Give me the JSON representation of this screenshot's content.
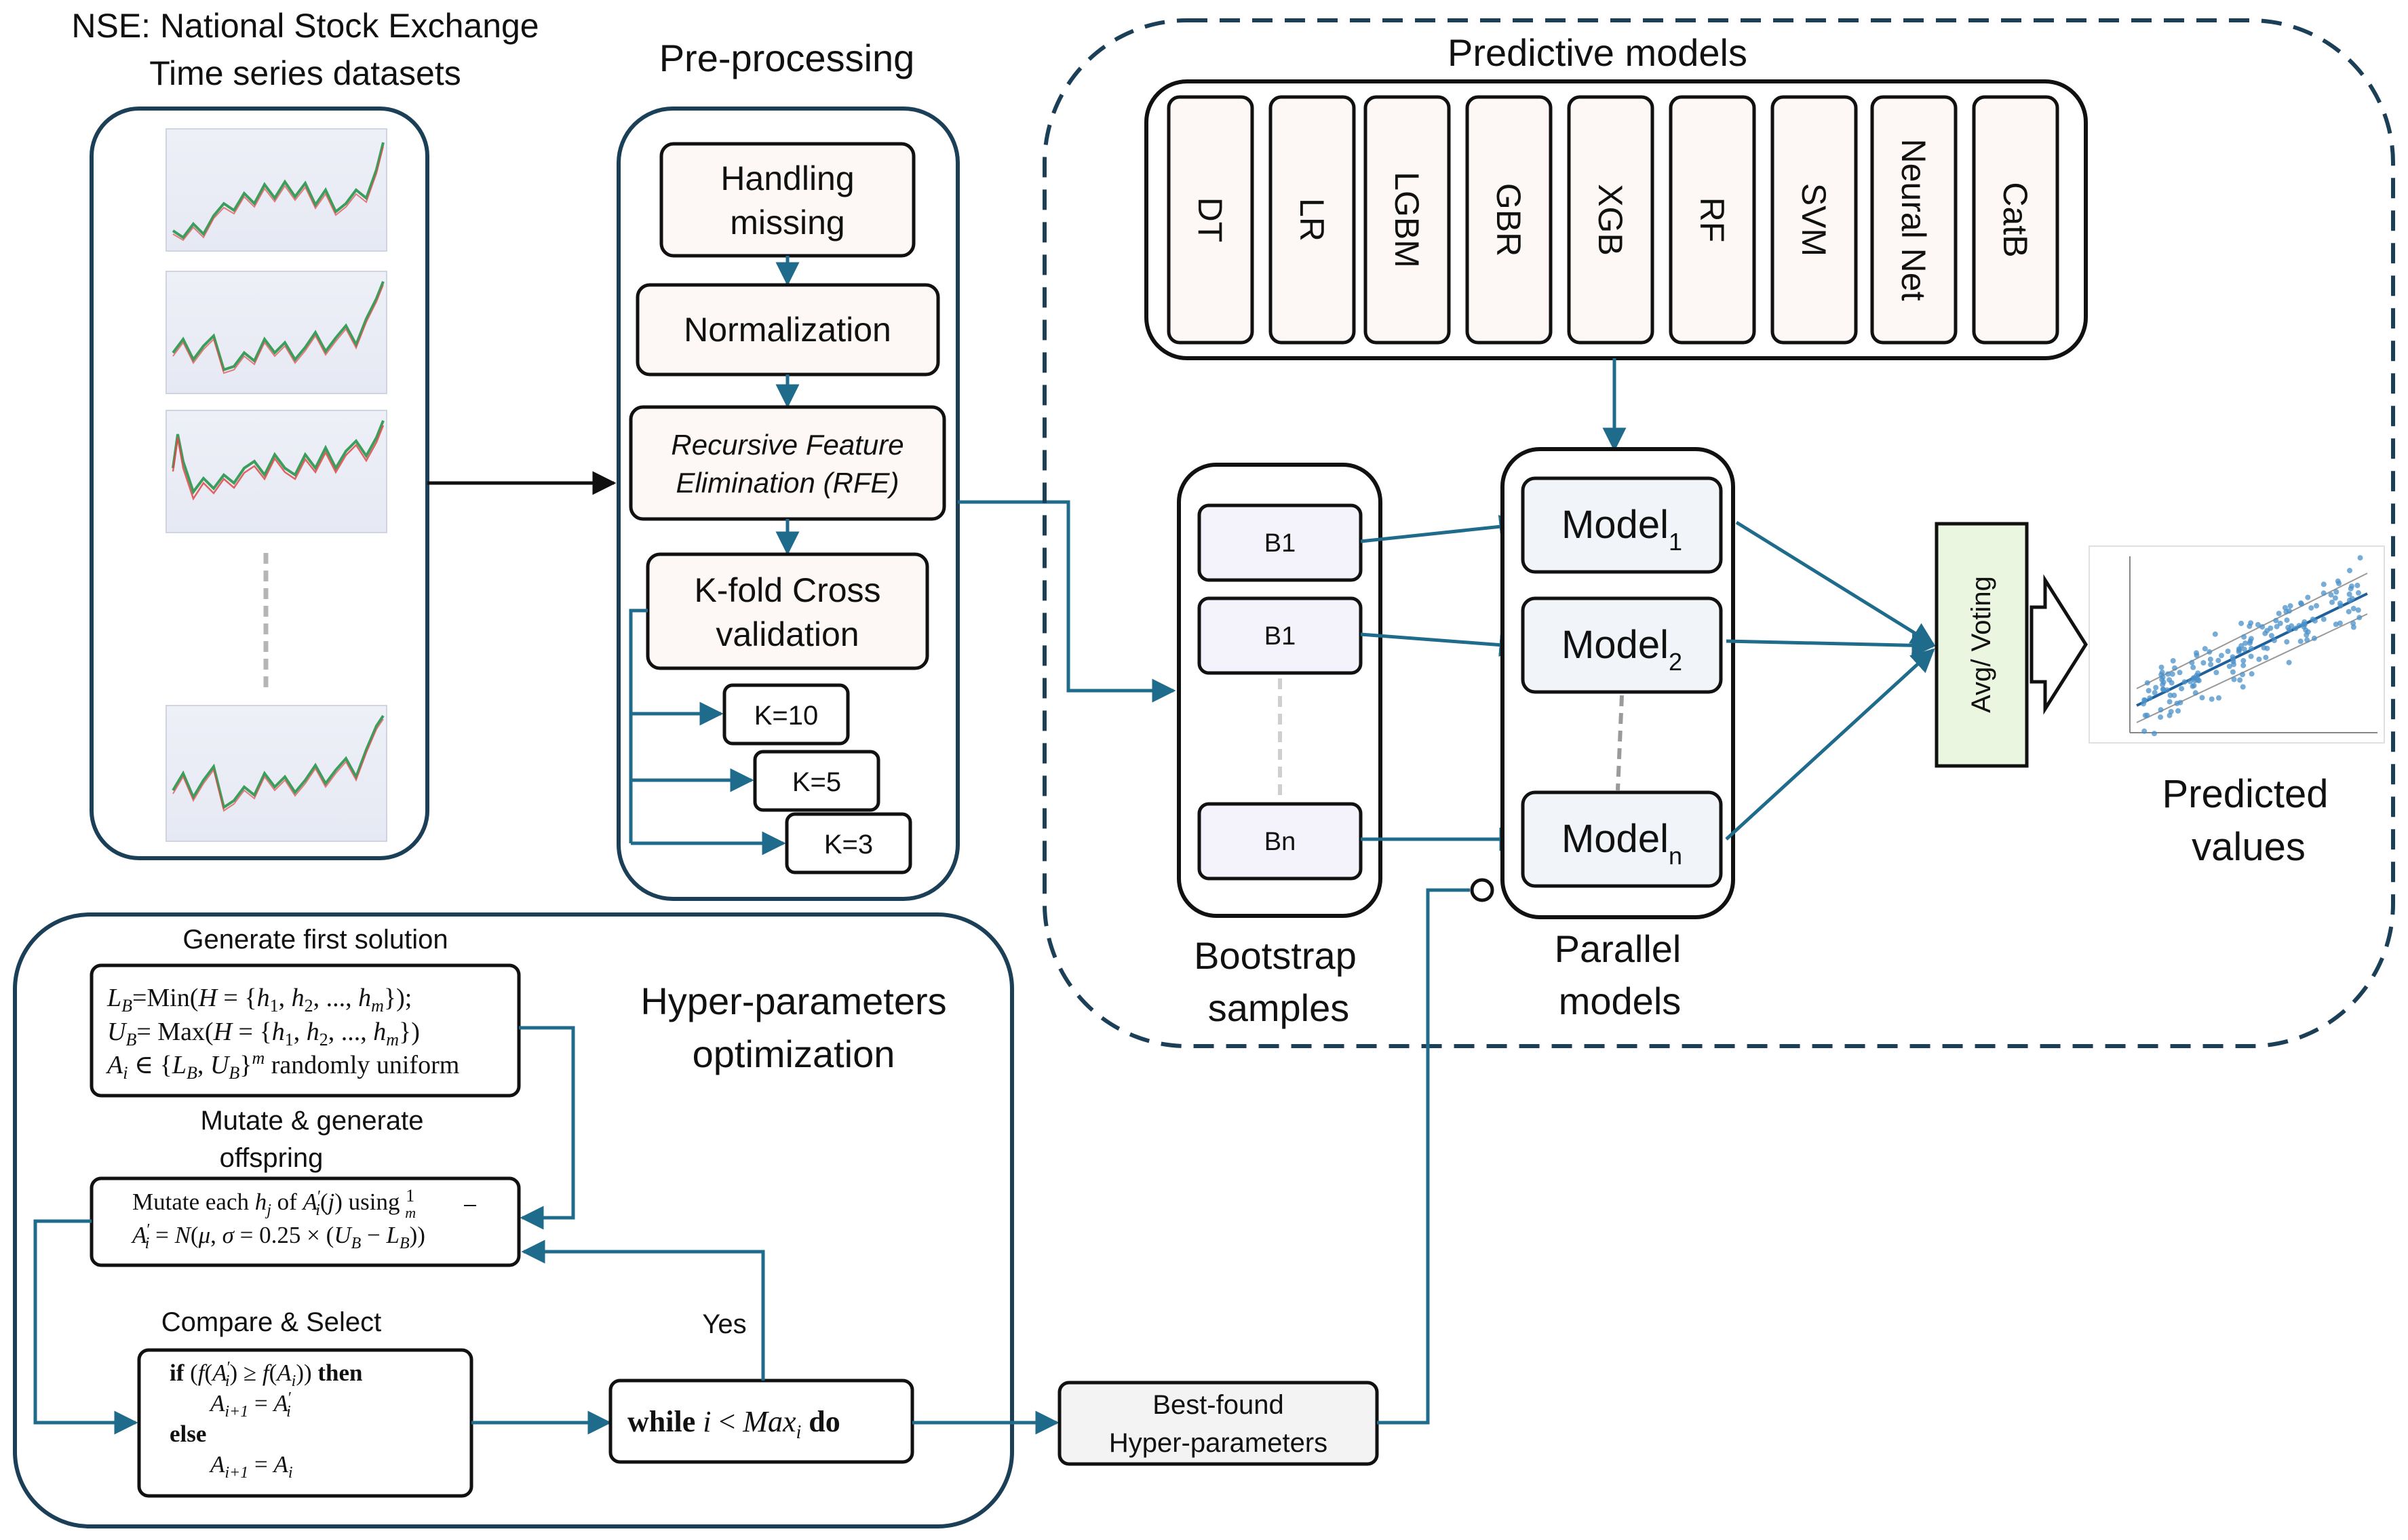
{
  "colors": {
    "line": "#1b3f57",
    "arrow": "#1f6b8c",
    "box_fill": "#fdf8f5",
    "model_fill": "#f1f4f8",
    "boot_fill": "#f4f2fa",
    "vote_fill": "#eaf6df",
    "chart_line": "#3b9e5c",
    "chart_line2": "#e04848",
    "scatter": "#4a90c8"
  },
  "dataset": {
    "title_line1": "NSE: National Stock Exchange",
    "title_line2": "Time series datasets"
  },
  "preprocessing": {
    "title": "Pre-processing",
    "handling_l1": "Handling",
    "handling_l2": "missing",
    "normalization": "Normalization",
    "rfe_l1": "Recursive Feature",
    "rfe_l2": "Elimination (RFE)",
    "kfold_l1": "K-fold Cross",
    "kfold_l2": "validation",
    "k10": "K=10",
    "k5": "K=5",
    "k3": "K=3"
  },
  "predictive": {
    "title": "Predictive models",
    "models": [
      "DT",
      "LR",
      "LGBM",
      "GBR",
      "XGB",
      "RF",
      "SVM",
      "Neural Net",
      "CatB"
    ]
  },
  "bootstrap": {
    "b1": "B1",
    "b2": "B1",
    "bn": "Bn",
    "label_l1": "Bootstrap",
    "label_l2": "samples"
  },
  "parallel": {
    "model_word": "Model",
    "sub1": "1",
    "sub2": "2",
    "subn": "n",
    "label_l1": "Parallel",
    "label_l2": "models"
  },
  "voting": {
    "label": "Avg/ Voting"
  },
  "predicted": {
    "label_l1": "Predicted",
    "label_l2": "values"
  },
  "hyper": {
    "title_l1": "Hyper-parameters",
    "title_l2": "optimization",
    "generate_label": "Generate first  solution",
    "mutate_label_l1": "Mutate & generate",
    "mutate_label_l2": "offspring",
    "compare_label": "Compare & Select",
    "yes": "Yes",
    "best_l1": "Best-found",
    "best_l2": "Hyper-parameters"
  }
}
